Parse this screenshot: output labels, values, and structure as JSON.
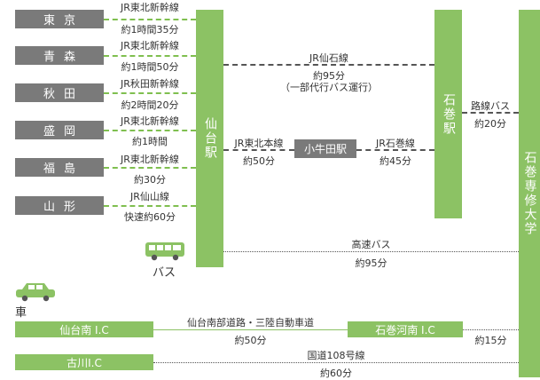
{
  "routes": [
    {
      "city": "東京",
      "line": "JR東北新幹線",
      "time": "約1時間35分"
    },
    {
      "city": "青森",
      "line": "JR東北新幹線",
      "time": "約1時間50分"
    },
    {
      "city": "秋田",
      "line": "JR秋田新幹線",
      "time": "約2時間20分"
    },
    {
      "city": "盛岡",
      "line": "JR東北新幹線",
      "time": "約1時間"
    },
    {
      "city": "福島",
      "line": "JR東北新幹線",
      "time": "約30分"
    },
    {
      "city": "山形",
      "line": "JR仙山線",
      "time": "快速約60分"
    }
  ],
  "sendai_station": "仙台駅",
  "ishinomaki_station": "石巻駅",
  "university": "石巻専修大学",
  "senseki": {
    "line": "JR仙石線",
    "time": "約95分",
    "note": "（一部代行バス運行）"
  },
  "tohoku_main": {
    "line": "JR東北本線",
    "time": "約50分"
  },
  "kogota": "小牛田駅",
  "ishinomaki_line": {
    "line": "JR石巻線",
    "time": "約45分"
  },
  "route_bus": {
    "label": "路線バス",
    "time": "約20分"
  },
  "highway_bus": {
    "label": "高速バス",
    "time": "約95分"
  },
  "bus_caption": "バス",
  "car_caption": "車",
  "car_routes": [
    {
      "from": "仙台南 I.C",
      "road": "仙台南部道路・三陸自動車道",
      "time": "約50分",
      "to": "石巻河南 I.C",
      "to_time": "約15分"
    },
    {
      "from": "古川I.C",
      "road": "国道108号線",
      "time": "約60分"
    }
  ],
  "colors": {
    "green": "#8cc264",
    "grey": "#7a7a7a",
    "dash_green": "#7fbf4f"
  }
}
